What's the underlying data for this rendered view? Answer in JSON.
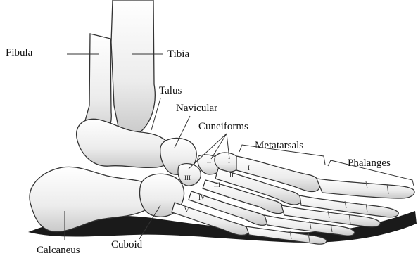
{
  "labels": {
    "fibula": "Fibula",
    "tibia": "Tibia",
    "talus": "Talus",
    "navicular": "Navicular",
    "cuneiforms": "Cuneiforms",
    "metatarsals": "Metatarsals",
    "phalanges": "Phalanges",
    "calcaneus": "Calcaneus",
    "cuboid": "Cuboid"
  },
  "roman_numerals": {
    "cuneiform_i": "I",
    "cuneiform_ii": "II",
    "cuneiform_iii": "III",
    "metatarsal_i": "I",
    "metatarsal_ii": "II",
    "metatarsal_iii": "III",
    "metatarsal_iv": "IV",
    "metatarsal_v": "V"
  }
}
